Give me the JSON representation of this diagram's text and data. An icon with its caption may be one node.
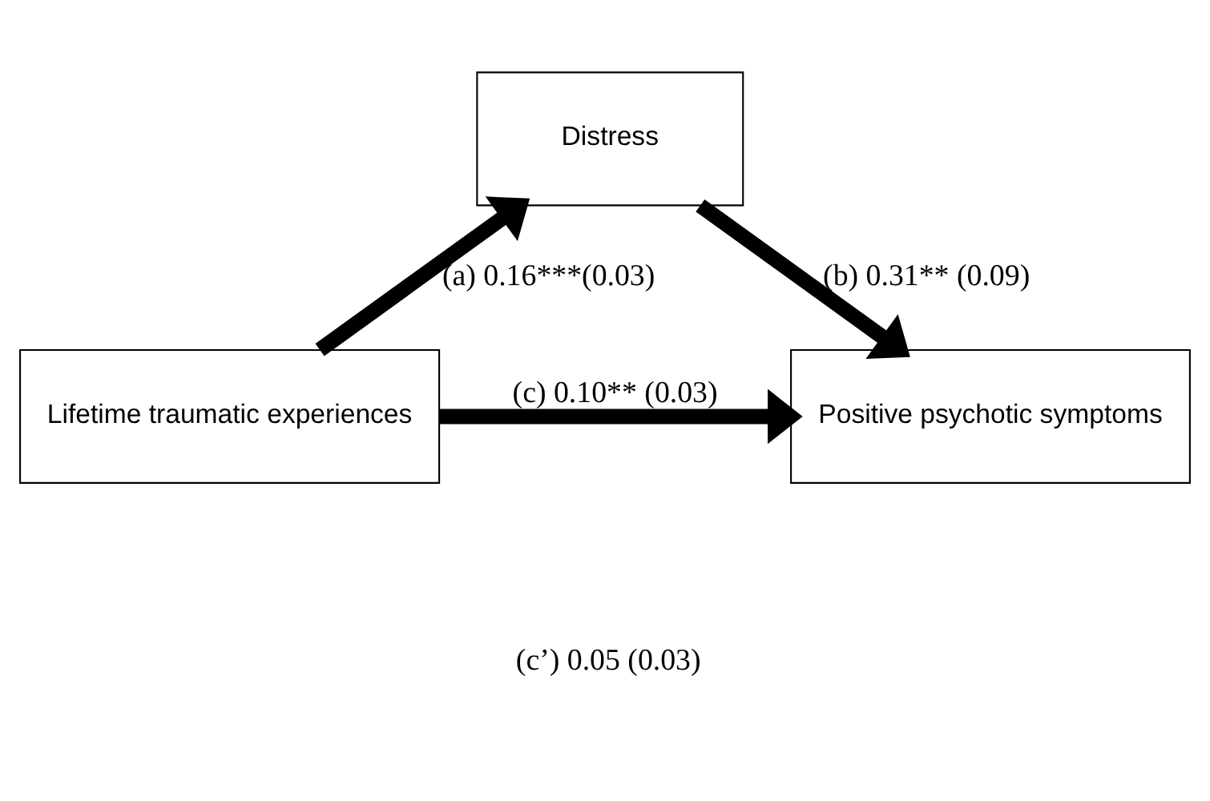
{
  "diagram": {
    "nodes": [
      {
        "text": [
          "Distress"
        ]
      },
      {
        "text": [
          "Lifetime traumatic experiences"
        ]
      },
      {
        "text": [
          "Positive psychotic symptoms"
        ]
      }
    ],
    "edges": [
      {
        "from": 1,
        "to": 0,
        "arrow": "to",
        "label": "(a) 0.16***(0.03)"
      },
      {
        "from": 0,
        "to": 2,
        "arrow": "to",
        "label": "(b) 0.31** (0.09)"
      },
      {
        "from": 1,
        "to": 2,
        "arrow": "to",
        "label": "(c) 0.10** (0.03)"
      }
    ],
    "labels": [
      "(c’) 0.05 (0.03)"
    ]
  }
}
